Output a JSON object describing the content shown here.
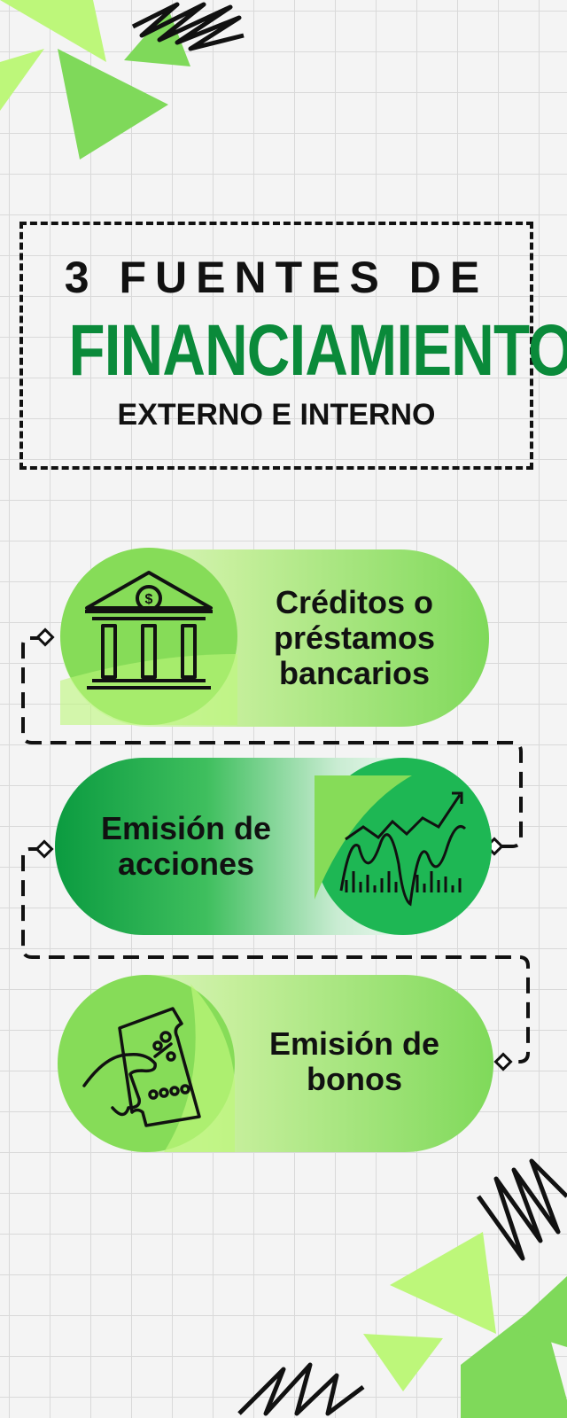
{
  "title": {
    "line1": "3 FUENTES DE",
    "line2": "FINANCIAMIENTO",
    "line3": "EXTERNO E INTERNO"
  },
  "items": [
    {
      "label": "Créditos o préstamos bancarios",
      "icon": "bank-icon"
    },
    {
      "label": "Emisión de acciones",
      "icon": "stock-chart-icon"
    },
    {
      "label": "Emisión de bonos",
      "icon": "bond-ticket-icon"
    }
  ],
  "colors": {
    "title_green": "#0a8a3a",
    "light_green": "#86dc58",
    "dark_green": "#1eb754",
    "bright_green": "#bdf77a"
  }
}
